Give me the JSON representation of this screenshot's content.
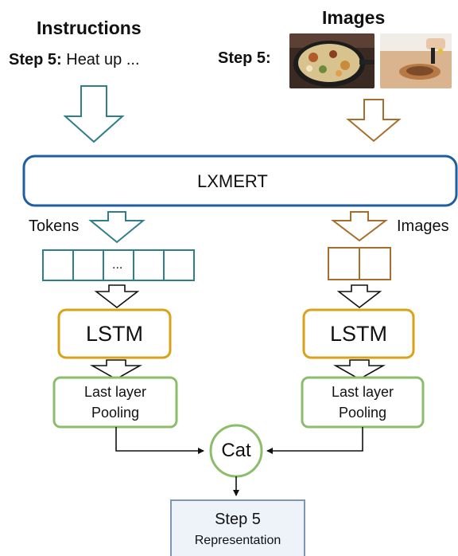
{
  "instructions": {
    "header": "Instructions",
    "step_label": "Step 5:",
    "step_text": " Heat up ..."
  },
  "images": {
    "header": "Images",
    "step_label": "Step 5:"
  },
  "lxmert": {
    "label": "LXMERT"
  },
  "tokens_branch": {
    "label": "Tokens",
    "cell_ellipsis": "...",
    "cell_count": 5,
    "lstm_label": "LSTM",
    "pool_line1": "Last layer",
    "pool_line2": "Pooling"
  },
  "images_branch": {
    "label": "Images",
    "cell_count": 2,
    "lstm_label": "LSTM",
    "pool_line1": "Last layer",
    "pool_line2": "Pooling"
  },
  "cat": {
    "label": "Cat"
  },
  "output": {
    "line1": "Step 5",
    "line2": "Representation"
  },
  "colors": {
    "teal": "#2e7f87",
    "brown": "#a86d2a",
    "blue": "#1f5fa0",
    "gold": "#d9a21a",
    "green": "#8dbd6b",
    "slate": "#7d96b5",
    "slate_fill": "#eef3fa"
  }
}
